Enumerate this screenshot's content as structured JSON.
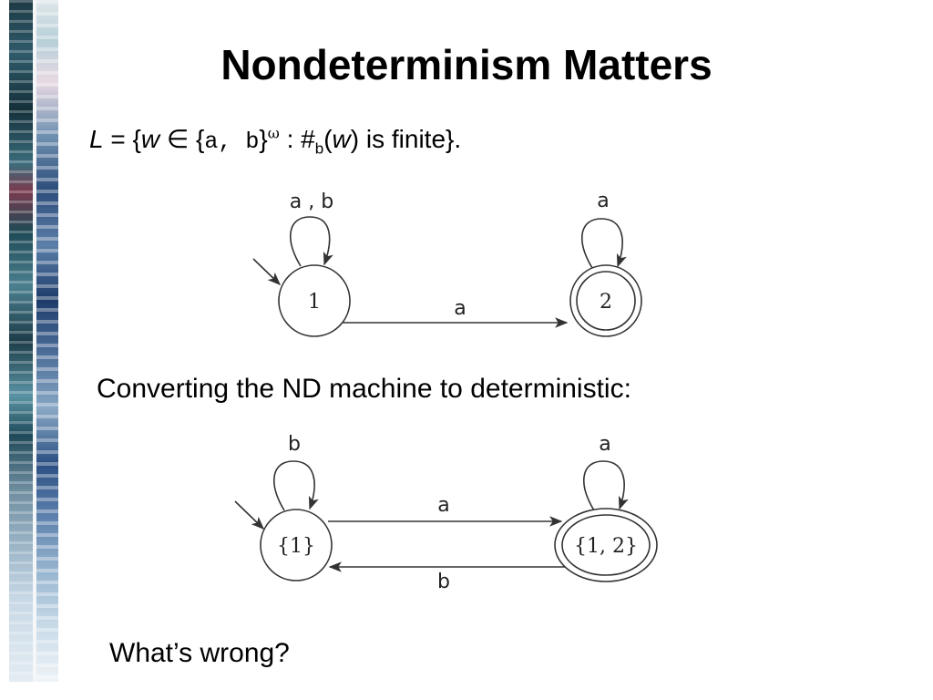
{
  "slide": {
    "title": "Nondeterminism Matters",
    "definition": {
      "L": "L",
      "eq": " = {",
      "w": "w",
      "in": " ∈ {",
      "alphabet": "a, b",
      "close": "}",
      "omega": "ω",
      "colon": " : #",
      "sub_b": "b",
      "open_paren": "(",
      "w2": "w",
      "rest": ") is finite}."
    },
    "converting_text": "Converting the ND machine to deterministic:",
    "question_text": "What’s wrong?"
  },
  "nd_machine": {
    "states": [
      {
        "label": "1",
        "accepting": false,
        "start": true
      },
      {
        "label": "2",
        "accepting": true,
        "start": false
      }
    ],
    "edges": [
      {
        "from": "1",
        "to": "1",
        "label": "a , b"
      },
      {
        "from": "1",
        "to": "2",
        "label": "a"
      },
      {
        "from": "2",
        "to": "2",
        "label": "a"
      }
    ]
  },
  "d_machine": {
    "states": [
      {
        "label": "{1}",
        "accepting": false,
        "start": true
      },
      {
        "label": "{1, 2}",
        "accepting": true,
        "start": false
      }
    ],
    "edges": [
      {
        "from": "{1}",
        "to": "{1}",
        "label": "b"
      },
      {
        "from": "{1}",
        "to": "{1, 2}",
        "label": "a"
      },
      {
        "from": "{1, 2}",
        "to": "{1}",
        "label": "b"
      },
      {
        "from": "{1, 2}",
        "to": "{1, 2}",
        "label": "a"
      }
    ]
  },
  "colors": {
    "stroke": "#333333",
    "text": "#000000",
    "background": "#ffffff"
  }
}
